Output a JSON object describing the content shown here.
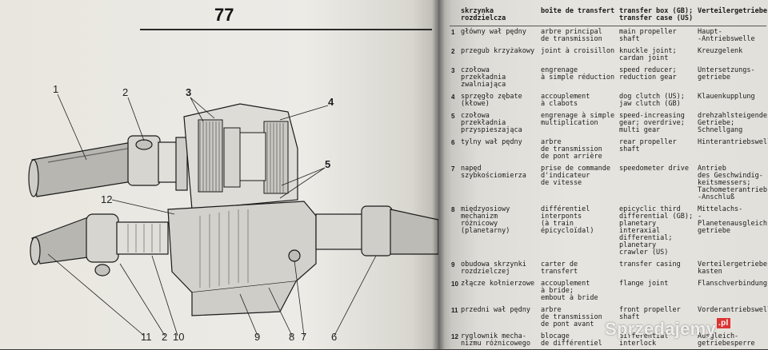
{
  "page": {
    "number": "77"
  },
  "callouts": [
    "1",
    "2",
    "3",
    "4",
    "5",
    "12",
    "11",
    "2",
    "10",
    "9",
    "8",
    "7",
    "6"
  ],
  "table": {
    "headers": [
      "skrzynka\nrozdzielcza",
      "boîte de transfert",
      "transfer box (GB);\ntransfer case (US)",
      "Verteilergetriebe"
    ],
    "rows": [
      {
        "n": "1",
        "pl": "główny wał pędny",
        "fr": "arbre principal\nde transmission",
        "en": "main propeller shaft",
        "de": "Haupt-\n-Antriebswelle"
      },
      {
        "n": "2",
        "pl": "przegub krzyżakowy",
        "fr": "joint à croisillon",
        "en": "knuckle joint;\ncardan joint",
        "de": "Kreuzgelenk"
      },
      {
        "n": "3",
        "pl": "czołowa przekładnia\nzwalniająca",
        "fr": "engrenage\nà simple réduction",
        "en": "speed reducer;\nreduction gear",
        "de": "Untersetzungs-\ngetriebe"
      },
      {
        "n": "4",
        "pl": "sprzęgło zębate\n(kłowe)",
        "fr": "accouplement\nà clabots",
        "en": "dog clutch (US);\njaw clutch (GB)",
        "de": "Klauenkupplung"
      },
      {
        "n": "5",
        "pl": "czołowa przekładnia\nprzyspieszająca",
        "fr": "engrenage à simple\nmultiplication",
        "en": "speed-increasing\ngear; overdrive;\nmulti gear",
        "de": "drehzahlsteigendes\nGetriebe;\nSchnellgang"
      },
      {
        "n": "6",
        "pl": "tylny wał pędny",
        "fr": "arbre\nde transmission\nde pont arrière",
        "en": "rear propeller shaft",
        "de": "Hinterantriebswelle"
      },
      {
        "n": "7",
        "pl": "napęd\nszybkościomierza",
        "fr": "prise de commande\nd'indicateur\nde vitesse",
        "en": "speedometer drive",
        "de": "Antrieb\ndes Geschwindig-\nkeitsmessers;\nTachometerantrieb-\n-Anschluß"
      },
      {
        "n": "8",
        "pl": "międzyosiowy\nmechanizm\nróżnicowy\n(planetarny)",
        "fr": "différentiel\ninterponts\n(à train épicycloïdal)",
        "en": "epicyclic third\ndifferential (GB);\nplanetary interaxial\ndifferential;\nplanetary\ncrawler (US)",
        "de": "Mittelachs-\n-Planetenausgleich-\ngetriebe"
      },
      {
        "n": "9",
        "pl": "obudowa skrzynki\nrozdzielczej",
        "fr": "carter de transfert",
        "en": "transfer casing",
        "de": "Verteilergetriebe-\nkasten"
      },
      {
        "n": "10",
        "pl": "złącze kołnierzowe",
        "fr": "accouplement\nà bride;\nembout à bride",
        "en": "flange joint",
        "de": "Flanschverbindung"
      },
      {
        "n": "11",
        "pl": "przedni wał pędny",
        "fr": "arbre\nde transmission\nde pont avant",
        "en": "front propeller\nshaft",
        "de": "Vorderantriebswelle"
      },
      {
        "n": "12",
        "pl": "ryglownik mecha-\nnizmu różnicowego",
        "fr": "blocage\nde différentiel",
        "en": "differential\ninterlock",
        "de": "Ausgleich-\ngetriebesperre"
      }
    ]
  },
  "watermark": {
    "text": "Sprzedajemy",
    "tld": ".pl"
  }
}
